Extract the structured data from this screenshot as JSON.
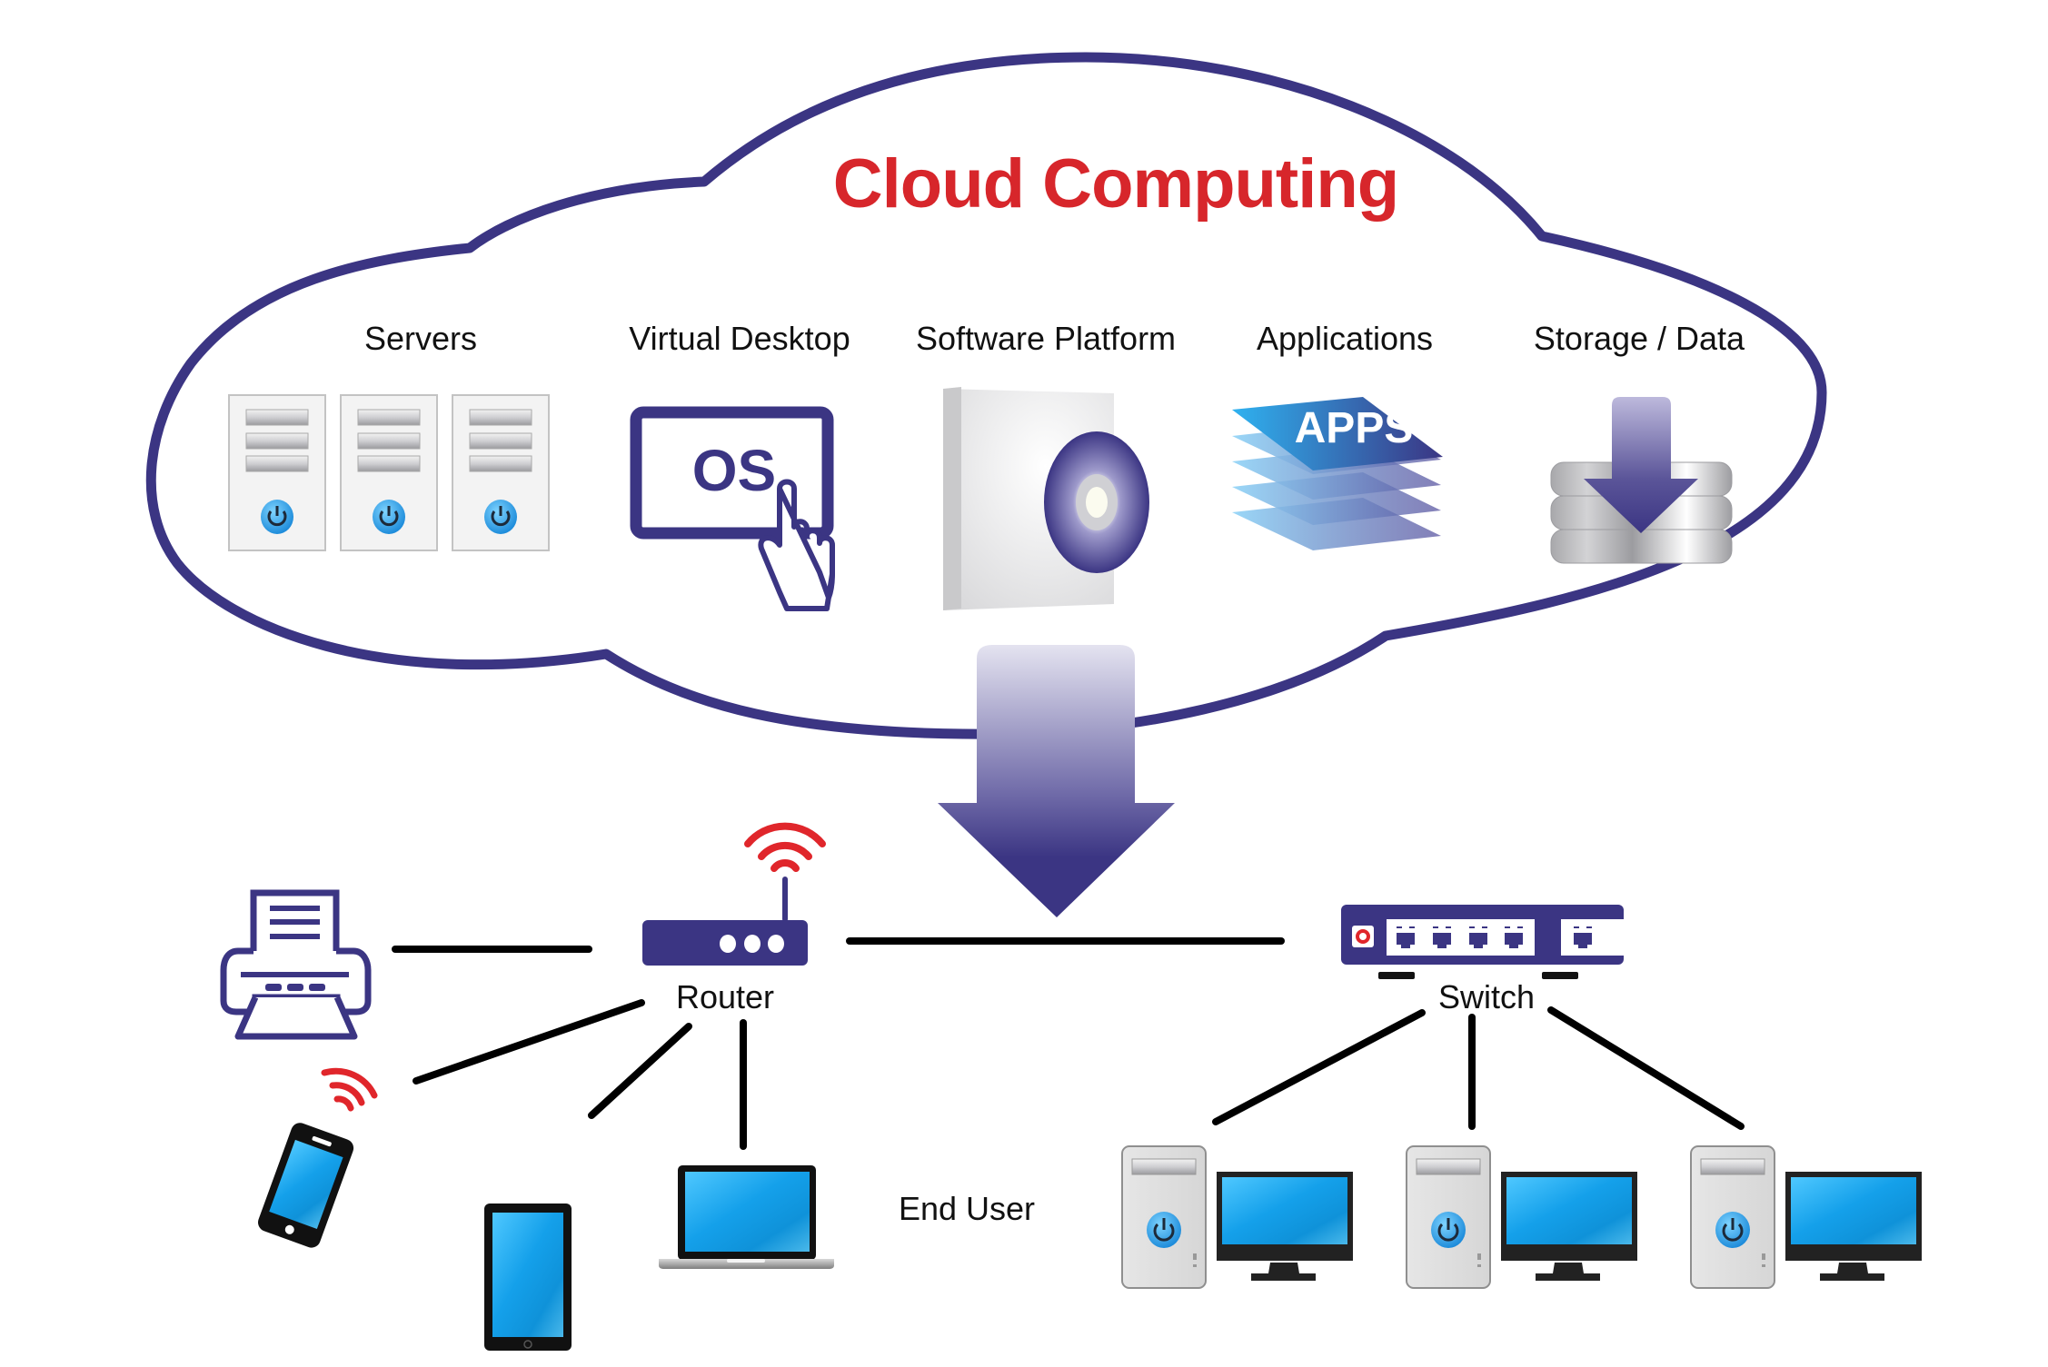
{
  "diagram": {
    "title": "Cloud Computing",
    "cloud_services": [
      {
        "label": "Servers",
        "icon": "server-rack-icon"
      },
      {
        "label": "Virtual Desktop",
        "icon": "os-touch-screen-icon"
      },
      {
        "label": "Software Platform",
        "icon": "software-box-disc-icon"
      },
      {
        "label": "Applications",
        "icon": "apps-layers-icon"
      },
      {
        "label": "Storage / Data",
        "icon": "database-download-icon"
      }
    ],
    "os_text": "OS",
    "apps_text": "APPS",
    "network": {
      "router_label": "Router",
      "switch_label": "Switch",
      "end_user_label": "End User",
      "router_devices": [
        "printer",
        "smartphone",
        "tablet",
        "laptop"
      ],
      "switch_devices": [
        "desktop-pc",
        "desktop-pc",
        "desktop-pc"
      ]
    },
    "colors": {
      "title_red": "#d7262b",
      "navy": "#3b3583",
      "screen_blue": "#1a9be0",
      "wifi_red": "#e0262b"
    }
  }
}
